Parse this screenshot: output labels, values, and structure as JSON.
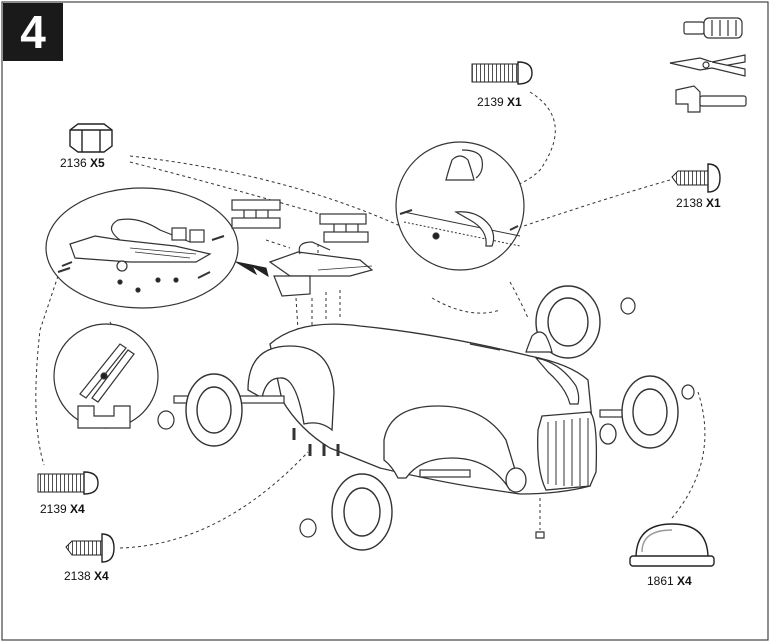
{
  "step": {
    "number": "4"
  },
  "tools": [
    {
      "icon": "screwdriver-icon"
    },
    {
      "icon": "pliers-icon"
    },
    {
      "icon": "hammer-icon"
    }
  ],
  "parts": {
    "p2139a": {
      "code": "2139",
      "qty": "X1"
    },
    "p2136": {
      "code": "2136",
      "qty": "X5"
    },
    "p2138a": {
      "code": "2138",
      "qty": "X1"
    },
    "p2139b": {
      "code": "2139",
      "qty": "X4"
    },
    "p2138b": {
      "code": "2138",
      "qty": "X4"
    },
    "p1861": {
      "code": "1861",
      "qty": "X4"
    }
  }
}
